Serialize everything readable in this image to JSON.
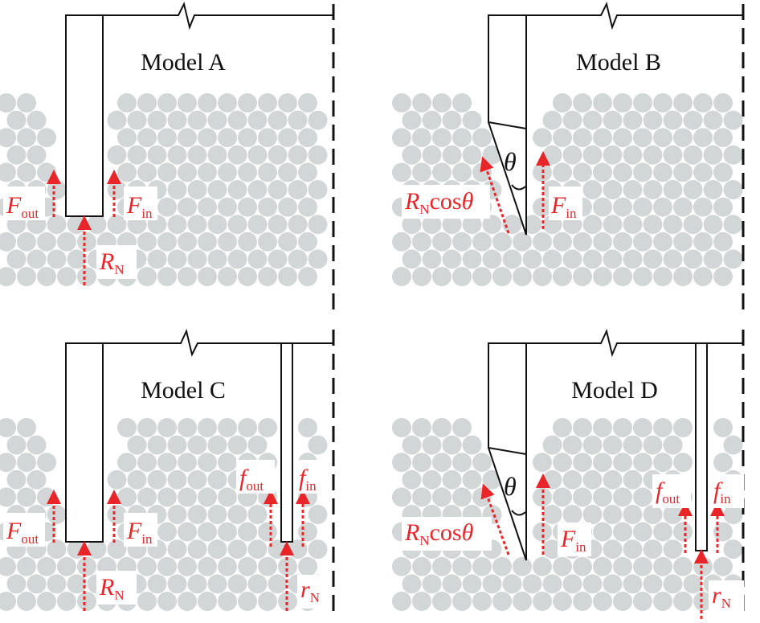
{
  "models": {
    "a": {
      "title": "Model A",
      "f_out": {
        "main": "F",
        "sub": "out"
      },
      "f_in": {
        "main": "F",
        "sub": "in"
      },
      "r_n": {
        "main": "R",
        "sub": "N"
      }
    },
    "b": {
      "title": "Model B",
      "theta": "θ",
      "r_n_cos": {
        "main": "R",
        "sub": "N",
        "tail": "cos",
        "angle": "θ"
      },
      "f_in": {
        "main": "F",
        "sub": "in"
      }
    },
    "c": {
      "title": "Model C",
      "f_out": {
        "main": "F",
        "sub": "out"
      },
      "f_in": {
        "main": "F",
        "sub": "in"
      },
      "r_n": {
        "main": "R",
        "sub": "N"
      },
      "small_f_out": {
        "main": "f",
        "sub": "out"
      },
      "small_f_in": {
        "main": "f",
        "sub": "in"
      },
      "small_r_n": {
        "main": "r",
        "sub": "N"
      }
    },
    "d": {
      "title": "Model D",
      "theta": "θ",
      "r_n_cos": {
        "main": "R",
        "sub": "N",
        "tail": "cos",
        "angle": "θ"
      },
      "f_in": {
        "main": "F",
        "sub": "in"
      },
      "small_f_out": {
        "main": "f",
        "sub": "out"
      },
      "small_f_in": {
        "main": "f",
        "sub": "in"
      },
      "small_r_n": {
        "main": "r",
        "sub": "N"
      }
    }
  },
  "colors": {
    "particle": "#d2d6d6",
    "force": "#e8262a",
    "outline": "#111111"
  }
}
